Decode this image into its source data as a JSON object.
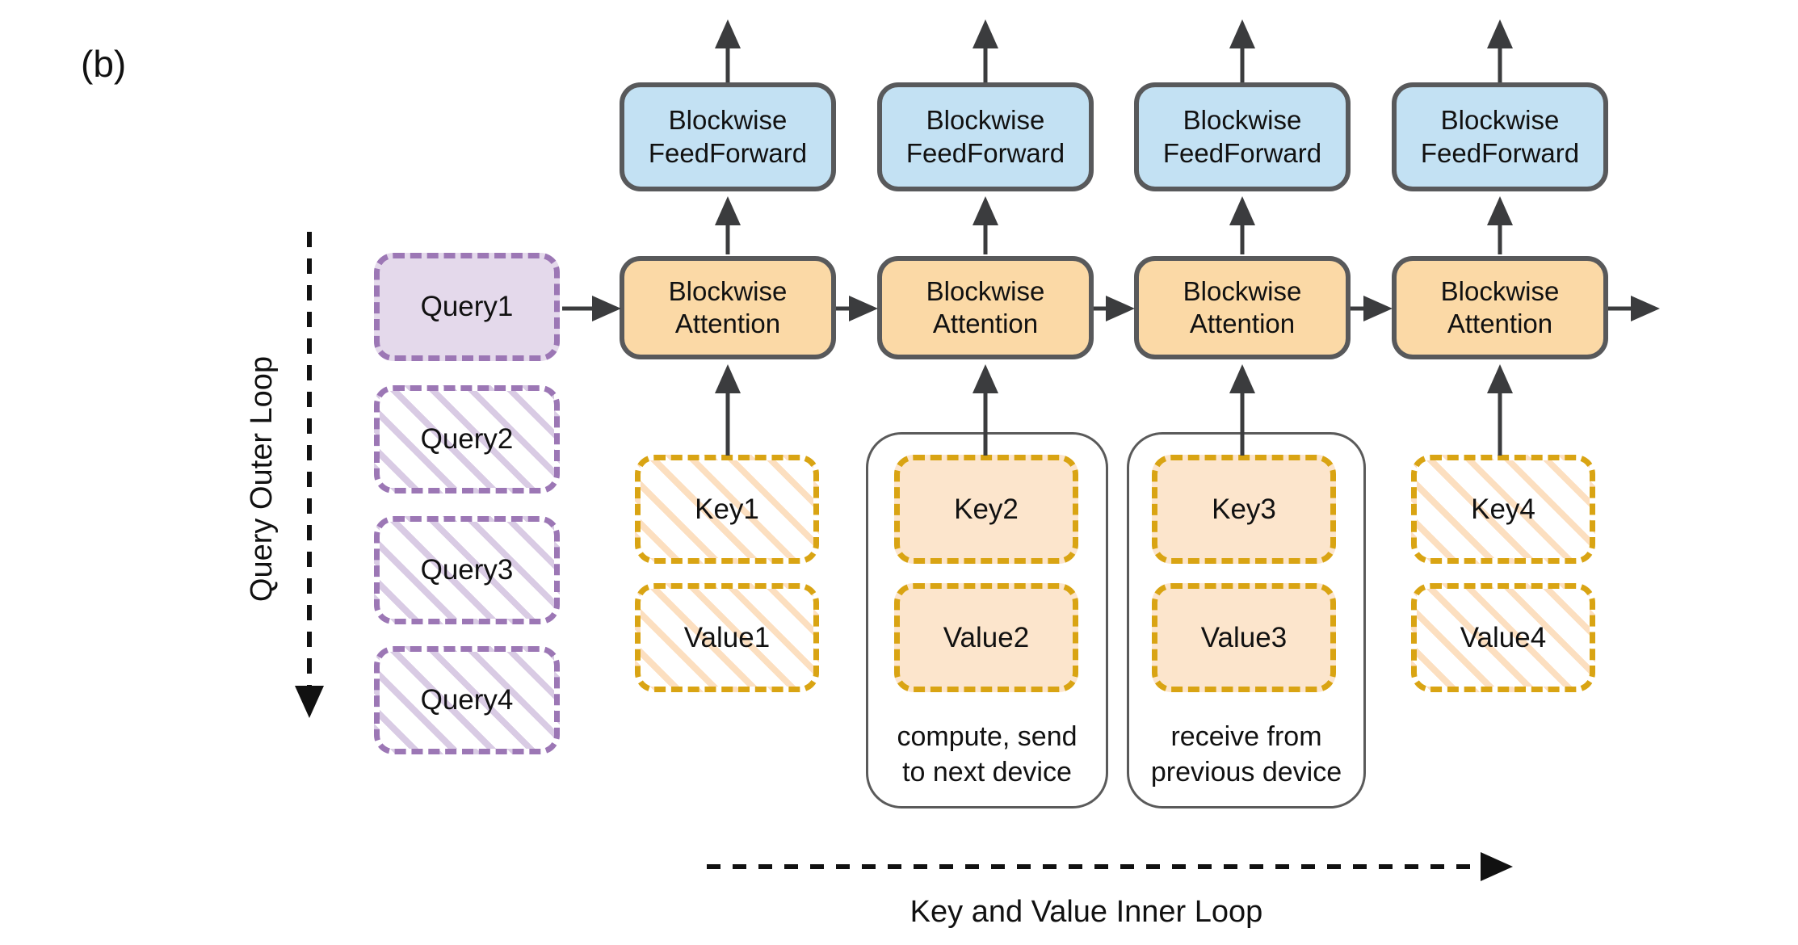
{
  "figure_label": "(b)",
  "loops": {
    "query_outer": "Query Outer Loop",
    "kv_inner": "Key and Value Inner Loop"
  },
  "queries": [
    {
      "label": "Query1",
      "state": "current"
    },
    {
      "label": "Query2",
      "state": "pending"
    },
    {
      "label": "Query3",
      "state": "pending"
    },
    {
      "label": "Query4",
      "state": "pending"
    }
  ],
  "devices": [
    {
      "feedforward": "Blockwise FeedForward",
      "attention": "Blockwise Attention",
      "key": "Key1",
      "value": "Value1",
      "kv_state": "remote"
    },
    {
      "feedforward": "Blockwise FeedForward",
      "attention": "Blockwise Attention",
      "key": "Key2",
      "value": "Value2",
      "kv_state": "local",
      "note": "compute, send to next device"
    },
    {
      "feedforward": "Blockwise FeedForward",
      "attention": "Blockwise Attention",
      "key": "Key3",
      "value": "Value3",
      "kv_state": "local",
      "note": "receive from previous device"
    },
    {
      "feedforward": "Blockwise FeedForward",
      "attention": "Blockwise Attention",
      "key": "Key4",
      "value": "Value4",
      "kv_state": "remote"
    }
  ],
  "colors": {
    "feedforward_fill": "#c3e1f3",
    "attention_fill": "#fbd9a6",
    "query_fill": "#e4d9eb",
    "query_border": "#9c77b5",
    "query_hatch": "#d9cbe4",
    "kv_fill": "#fce5cc",
    "kv_border": "#d9a413",
    "kv_hatch": "#fcdfc0",
    "box_border": "#58595b",
    "container_border": "#5a5a5a",
    "arrow": "#3b3c3e",
    "loop_arrow": "#111111",
    "text": "#111111"
  }
}
